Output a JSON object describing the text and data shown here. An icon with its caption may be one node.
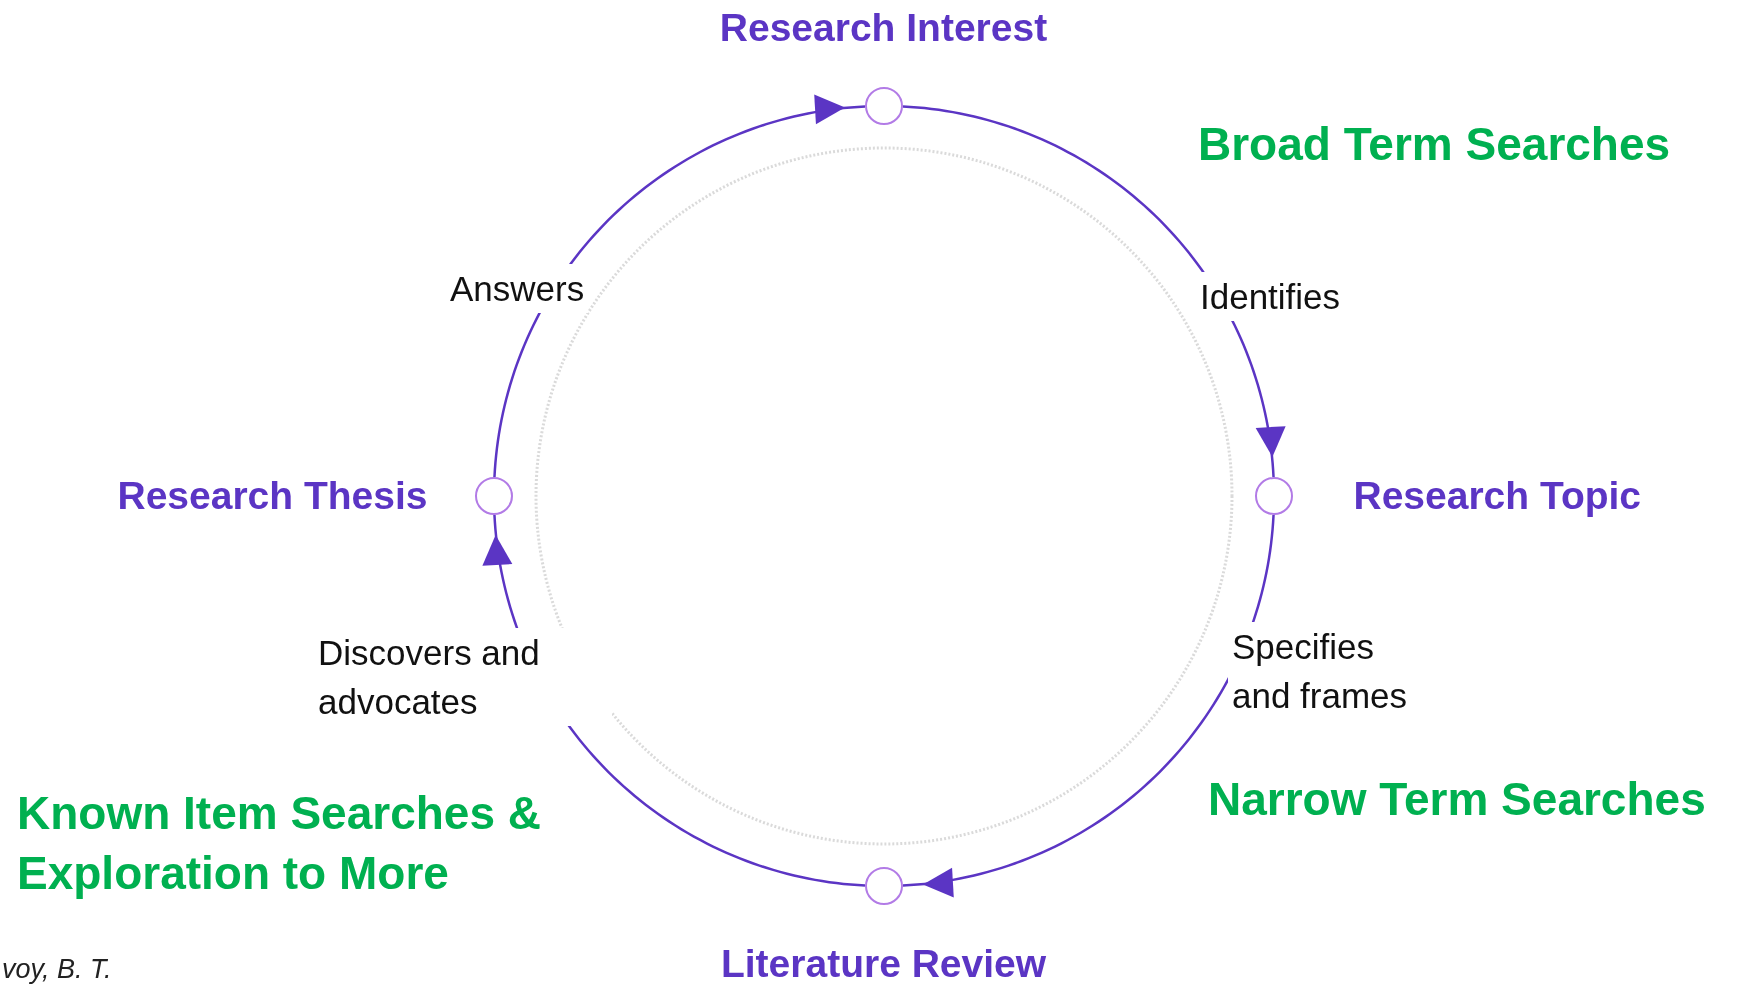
{
  "diagram": {
    "nodes": [
      {
        "text": [
          "Research Interest"
        ]
      },
      {
        "text": [
          "Research Topic"
        ]
      },
      {
        "text": [
          "Literature Review"
        ]
      },
      {
        "text": [
          "Research Thesis"
        ]
      }
    ],
    "edges": [
      {
        "from": 0,
        "to": 1,
        "arrow": "to",
        "label": "Identifies"
      },
      {
        "from": 1,
        "to": 2,
        "arrow": "to",
        "label": "Specifies and frames"
      },
      {
        "from": 2,
        "to": 3,
        "arrow": "to",
        "label": "Discovers and advocates"
      },
      {
        "from": 3,
        "to": 0,
        "arrow": "to",
        "label": "Answers"
      }
    ],
    "labels": [
      "Broad Term Searches",
      "Narrow Term Searches",
      "Known Item Searches & Exploration to More",
      "voy, B. T."
    ]
  }
}
